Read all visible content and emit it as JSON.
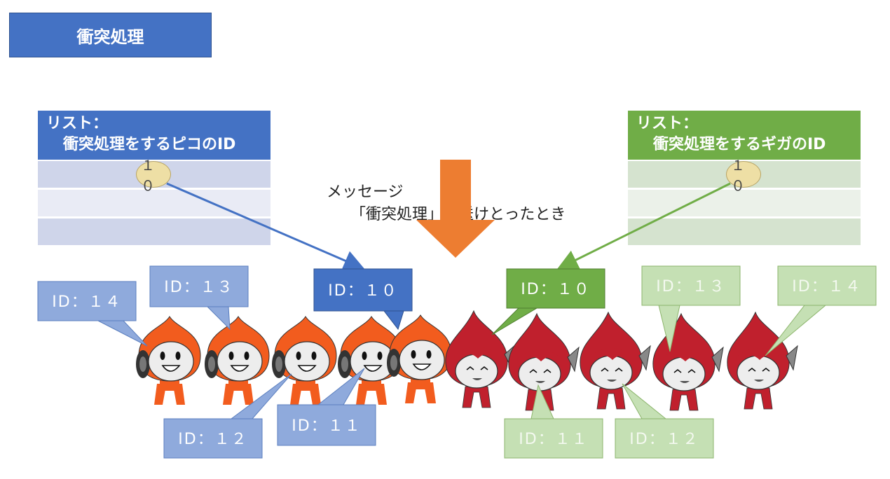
{
  "slide_title": "衝突処理",
  "pico_list": {
    "header_line1": "リスト：",
    "header_line2": "衝突処理をするピコのID",
    "value": "１０",
    "color": "#4472c4"
  },
  "giga_list": {
    "header_line1": "リスト：",
    "header_line2": "衝突処理をするギガのID",
    "value": "１０",
    "color": "#70ad47"
  },
  "message": {
    "line1": "メッセージ",
    "line2": "「衝突処理」を送けとったとき"
  },
  "pico_labels": [
    {
      "text": "ID：１４",
      "highlight": false
    },
    {
      "text": "ID：１３",
      "highlight": false
    },
    {
      "text": "ID：１０",
      "highlight": true
    },
    {
      "text": "ID：１２",
      "highlight": false
    },
    {
      "text": "ID：１１",
      "highlight": false
    }
  ],
  "giga_labels": [
    {
      "text": "ID：１０",
      "highlight": true
    },
    {
      "text": "ID：１３",
      "highlight": false
    },
    {
      "text": "ID：１４",
      "highlight": false
    },
    {
      "text": "ID：１１",
      "highlight": false
    },
    {
      "text": "ID：１２",
      "highlight": false
    }
  ],
  "colors": {
    "pico_dark": "#4472c4",
    "pico_light": "#8faadc",
    "giga_dark": "#70ad47",
    "giga_light": "#c5e0b4",
    "arrow": "#ed7d31",
    "pico_body": "#f25c1e",
    "giga_body": "#c0202d"
  }
}
